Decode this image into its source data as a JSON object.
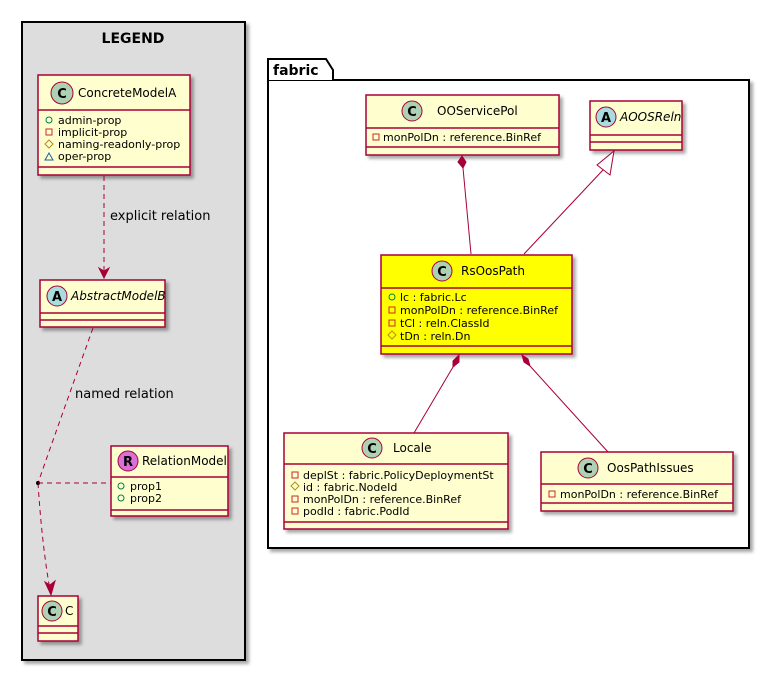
{
  "legend": {
    "title": "LEGEND",
    "concrete_model": {
      "stereotype": "C",
      "name": "ConcreteModelA",
      "props": [
        "admin-prop",
        "implicit-prop",
        "naming-readonly-prop",
        "oper-prop"
      ]
    },
    "abstract_model": {
      "stereotype": "A",
      "name": "AbstractModelB"
    },
    "relation_model": {
      "stereotype": "R",
      "name": "RelationModel",
      "props": [
        "prop1",
        "prop2"
      ]
    },
    "target_model": {
      "stereotype": "C",
      "name": "C"
    },
    "explicit_relation_label": "explicit relation",
    "named_relation_label": "named relation"
  },
  "fabric": {
    "package_title": "fabric",
    "ooservicepol": {
      "stereotype": "C",
      "name": "OOServicePol",
      "attrs": [
        "monPolDn : reference.BinRef"
      ]
    },
    "aoosreln": {
      "stereotype": "A",
      "name": "AOOSReln"
    },
    "rsoospath": {
      "stereotype": "C",
      "name": "RsOosPath",
      "attrs": [
        "lc : fabric.Lc",
        "monPolDn : reference.BinRef",
        "tCl : reln.ClassId",
        "tDn : reln.Dn"
      ]
    },
    "locale": {
      "stereotype": "C",
      "name": "Locale",
      "attrs": [
        "deplSt : fabric.PolicyDeploymentSt",
        "id : fabric.NodeId",
        "monPolDn : reference.BinRef",
        "podId : fabric.PodId"
      ]
    },
    "oospathissues": {
      "stereotype": "C",
      "name": "OosPathIssues",
      "attrs": [
        "monPolDn : reference.BinRef"
      ]
    }
  },
  "colors": {
    "class_fill": "#FEFECE",
    "highlight_fill": "#FFFF00",
    "border": "#A80036",
    "legend_bg": "#DDDDDD",
    "class_circle": "#ADD1B2",
    "abstract_circle": "#A9DCDF",
    "relation_circle": "#DA70D6"
  }
}
